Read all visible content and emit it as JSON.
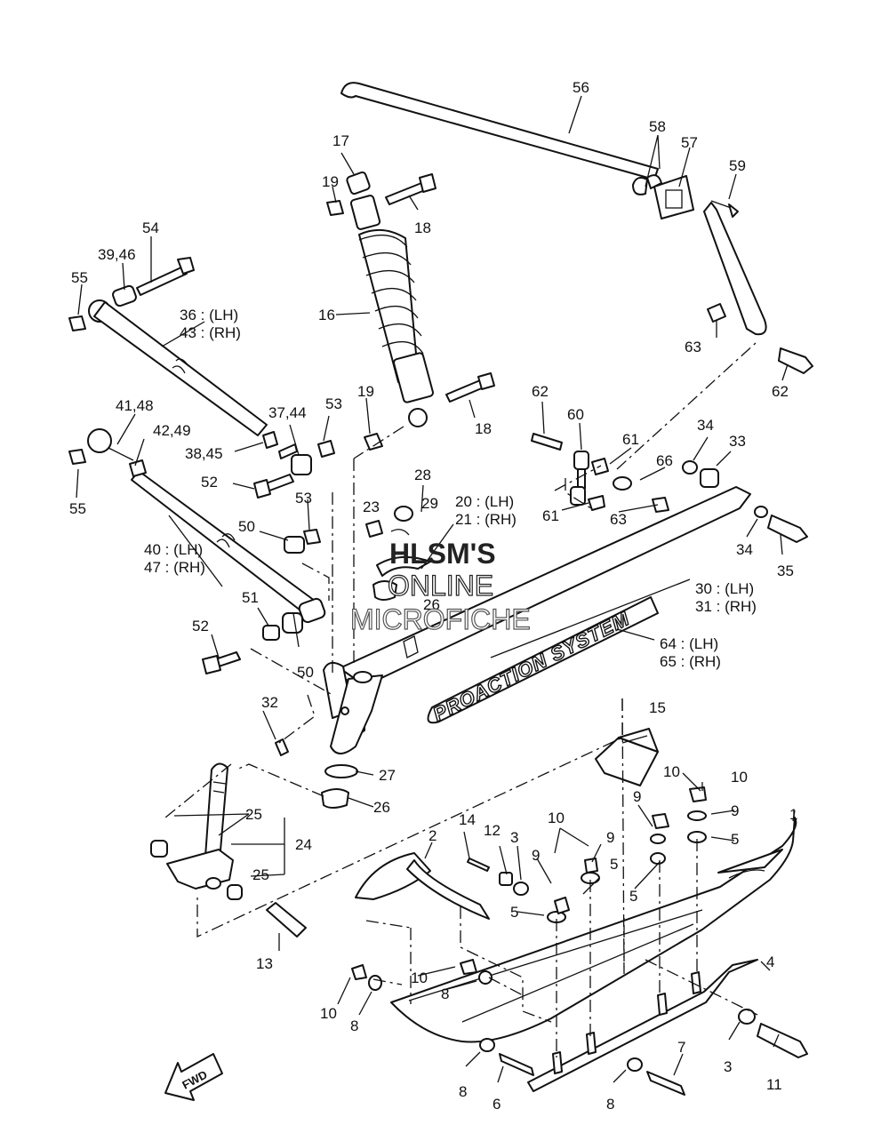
{
  "labels": {
    "l56": "56",
    "l58": "58",
    "l57": "57",
    "l59": "59",
    "l17": "17",
    "l19a": "19",
    "l18a": "18",
    "l54": "54",
    "l3946": "39,46",
    "l55a": "55",
    "l36": "36 : (LH)",
    "l43": "43 : (RH)",
    "l16": "16",
    "l63a": "63",
    "l62a": "62",
    "l19b": "19",
    "l18b": "18",
    "l4148": "41,48",
    "l4249": "42,49",
    "l3744": "37,44",
    "l53a": "53",
    "l3845": "38,45",
    "l62b": "62",
    "l60": "60",
    "l61a": "61",
    "l34a": "34",
    "l33": "33",
    "l66": "66",
    "l55b": "55",
    "l52a": "52",
    "l53b": "53",
    "l28": "28",
    "l23": "23",
    "l29": "29",
    "l20": "20 : (LH)",
    "l21": "21 : (RH)",
    "l61b": "61",
    "l63b": "63",
    "l34b": "34",
    "l35": "35",
    "l50a": "50",
    "l40": "40 : (LH)",
    "l47": "47 : (RH)",
    "l26a": "26",
    "l30": "30 : (LH)",
    "l31": "31 : (RH)",
    "l51": "51",
    "l52b": "52",
    "l64": "64 : (LH)",
    "l65": "65 : (RH)",
    "l50b": "50",
    "l32": "32",
    "l15": "15",
    "l27": "27",
    "l26b": "26",
    "l25a": "25",
    "l24": "24",
    "l25b": "25",
    "l10a": "10",
    "l10b": "10",
    "l9a": "9",
    "l9b": "9",
    "l5a": "5",
    "l10c": "10",
    "l9c": "9",
    "l14": "14",
    "l12": "12",
    "l3a": "3",
    "l9d": "9",
    "l2": "2",
    "l1": "1",
    "l5b": "5",
    "l5c": "5",
    "l5d": "5",
    "l13": "13",
    "l4": "4",
    "l10d": "10",
    "l8a": "8",
    "l10e": "10",
    "l8b": "8",
    "l7": "7",
    "l3b": "3",
    "l11": "11",
    "l8c": "8",
    "l6": "6",
    "l8d": "8"
  },
  "decal_text": "PROACTION SYSTEM",
  "watermark": {
    "line1": "HLSM'S",
    "line2": "ONLINE",
    "line3": "MICROFICHE"
  },
  "fwd_label": "FWD"
}
